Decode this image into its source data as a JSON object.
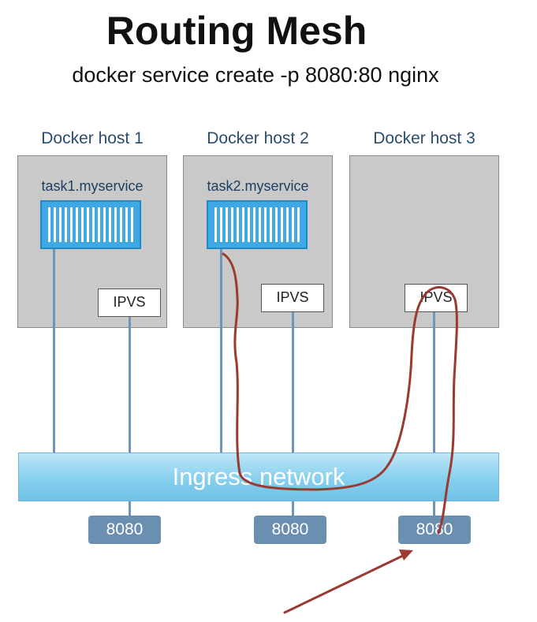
{
  "title": "Routing Mesh",
  "subtitle": "docker service create -p 8080:80 nginx",
  "hosts": [
    {
      "label": "Docker host 1",
      "task": "task1.myservice",
      "ipvs": "IPVS"
    },
    {
      "label": "Docker host 2",
      "task": "task2.myservice",
      "ipvs": "IPVS"
    },
    {
      "label": "Docker host 3",
      "task": "",
      "ipvs": "IPVS"
    }
  ],
  "ingress": "Ingress network",
  "ports": [
    "8080",
    "8080",
    "8080"
  ],
  "colors": {
    "host_box": "#c9c9c9",
    "container": "#3fa9e6",
    "ingress": "#86cfee",
    "port": "#6b8fb0",
    "line": "#6f95b8",
    "annotation": "#9b3a30"
  }
}
